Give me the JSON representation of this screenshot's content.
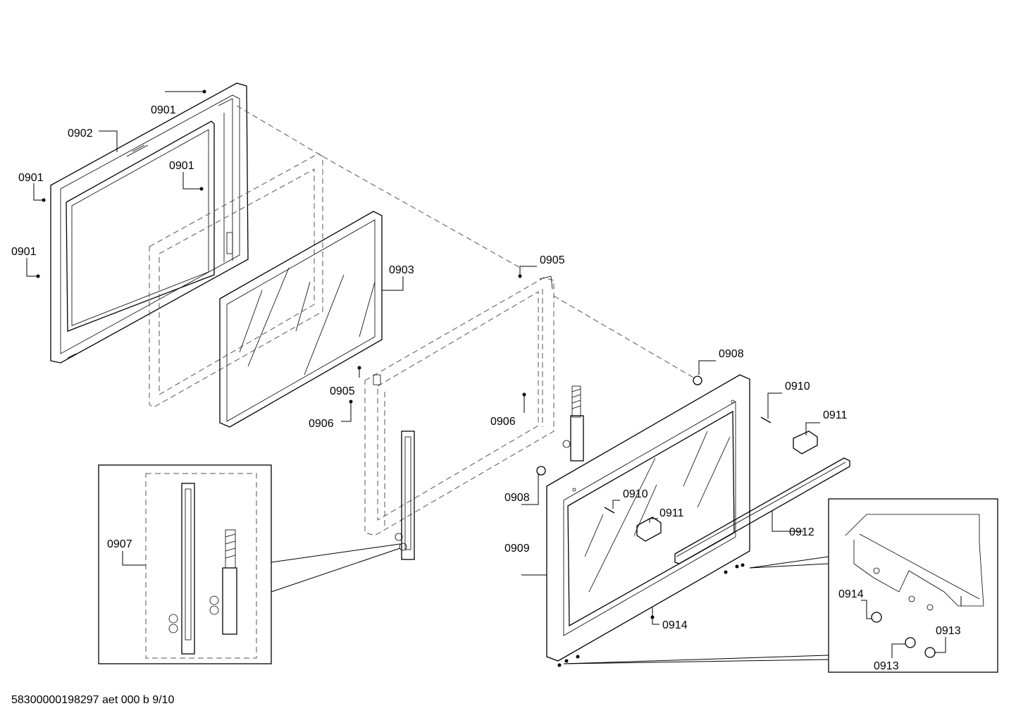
{
  "diagram": {
    "footer_text": "58300000198297 aet 000 b 9/10",
    "callouts": {
      "c0901_top": "0901",
      "c0902": "0902",
      "c0901_left": "0901",
      "c0901_inner": "0901",
      "c0901_lower": "0901",
      "c0903": "0903",
      "c0905_top": "0905",
      "c0905_mid": "0905",
      "c0906_left": "0906",
      "c0906_right": "0906",
      "c0907": "0907",
      "c0908_top": "0908",
      "c0908_mid": "0908",
      "c0909": "0909",
      "c0910_top": "0910",
      "c0910_mid": "0910",
      "c0911_top": "0911",
      "c0911_mid": "0911",
      "c0912": "0912",
      "c0913_right": "0913",
      "c0913_bottom": "0913",
      "c0914_main": "0914",
      "c0914_detail": "0914"
    }
  }
}
